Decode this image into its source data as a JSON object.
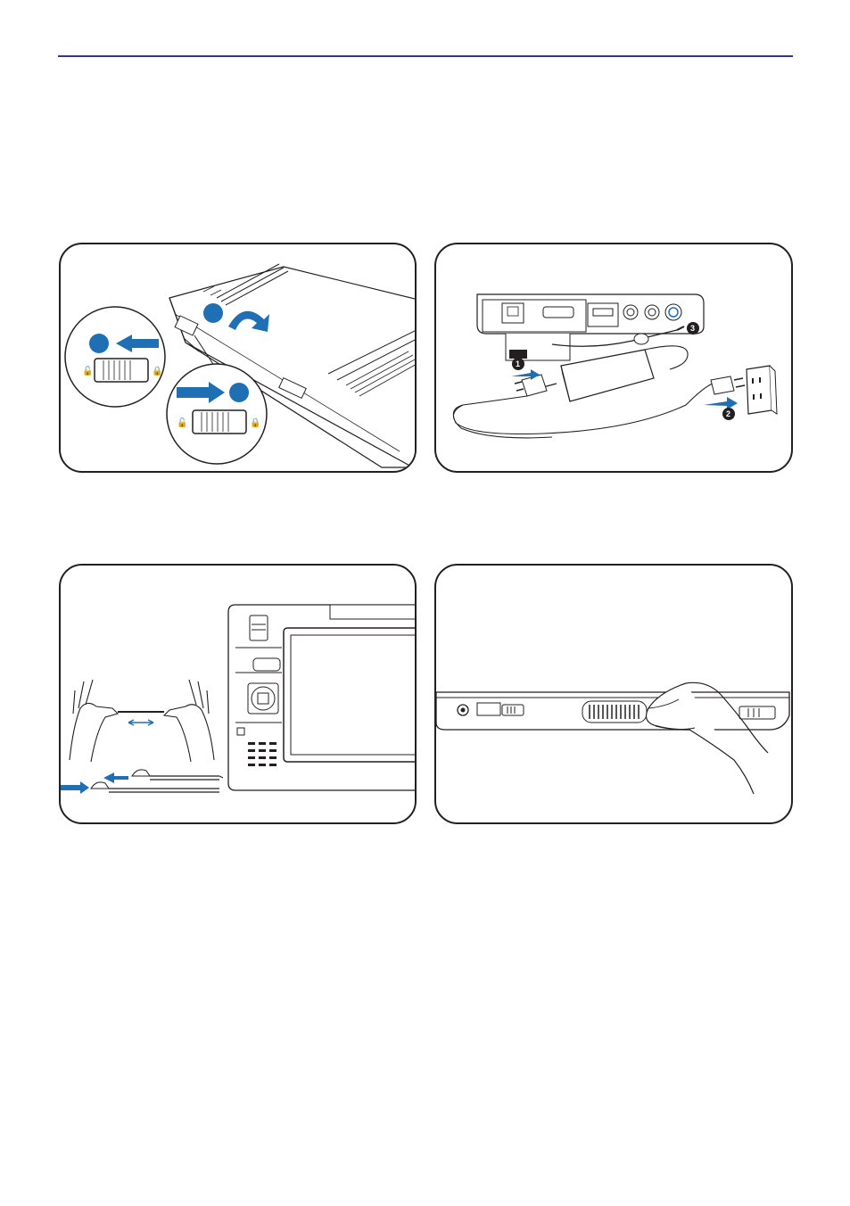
{
  "page": {
    "rule_color": "#2b3a8f",
    "accent_color": "#1f6fb5"
  },
  "figures": {
    "battery_latch": {
      "callout_numbers": [
        "",
        "",
        ""
      ],
      "icons": [
        "unlock-icon",
        "lock-icon",
        "arrow-left-icon",
        "arrow-right-icon",
        "curved-arrow-icon"
      ]
    },
    "power_connection": {
      "callout_numbers": [
        "1",
        "2",
        "3"
      ],
      "icons": [
        "lan-port-icon",
        "usb-icon",
        "mic-icon",
        "headphone-icon",
        "dc-in-icon",
        "wall-outlet-icon"
      ]
    },
    "stylus": {
      "icons": [
        "hands-icon",
        "stylus-icon",
        "double-arrow-icon",
        "arrow-left-icon"
      ]
    },
    "side_view": {
      "icons": [
        "hand-icon",
        "usb-icon",
        "vent-icon",
        "switch-icon"
      ]
    }
  }
}
